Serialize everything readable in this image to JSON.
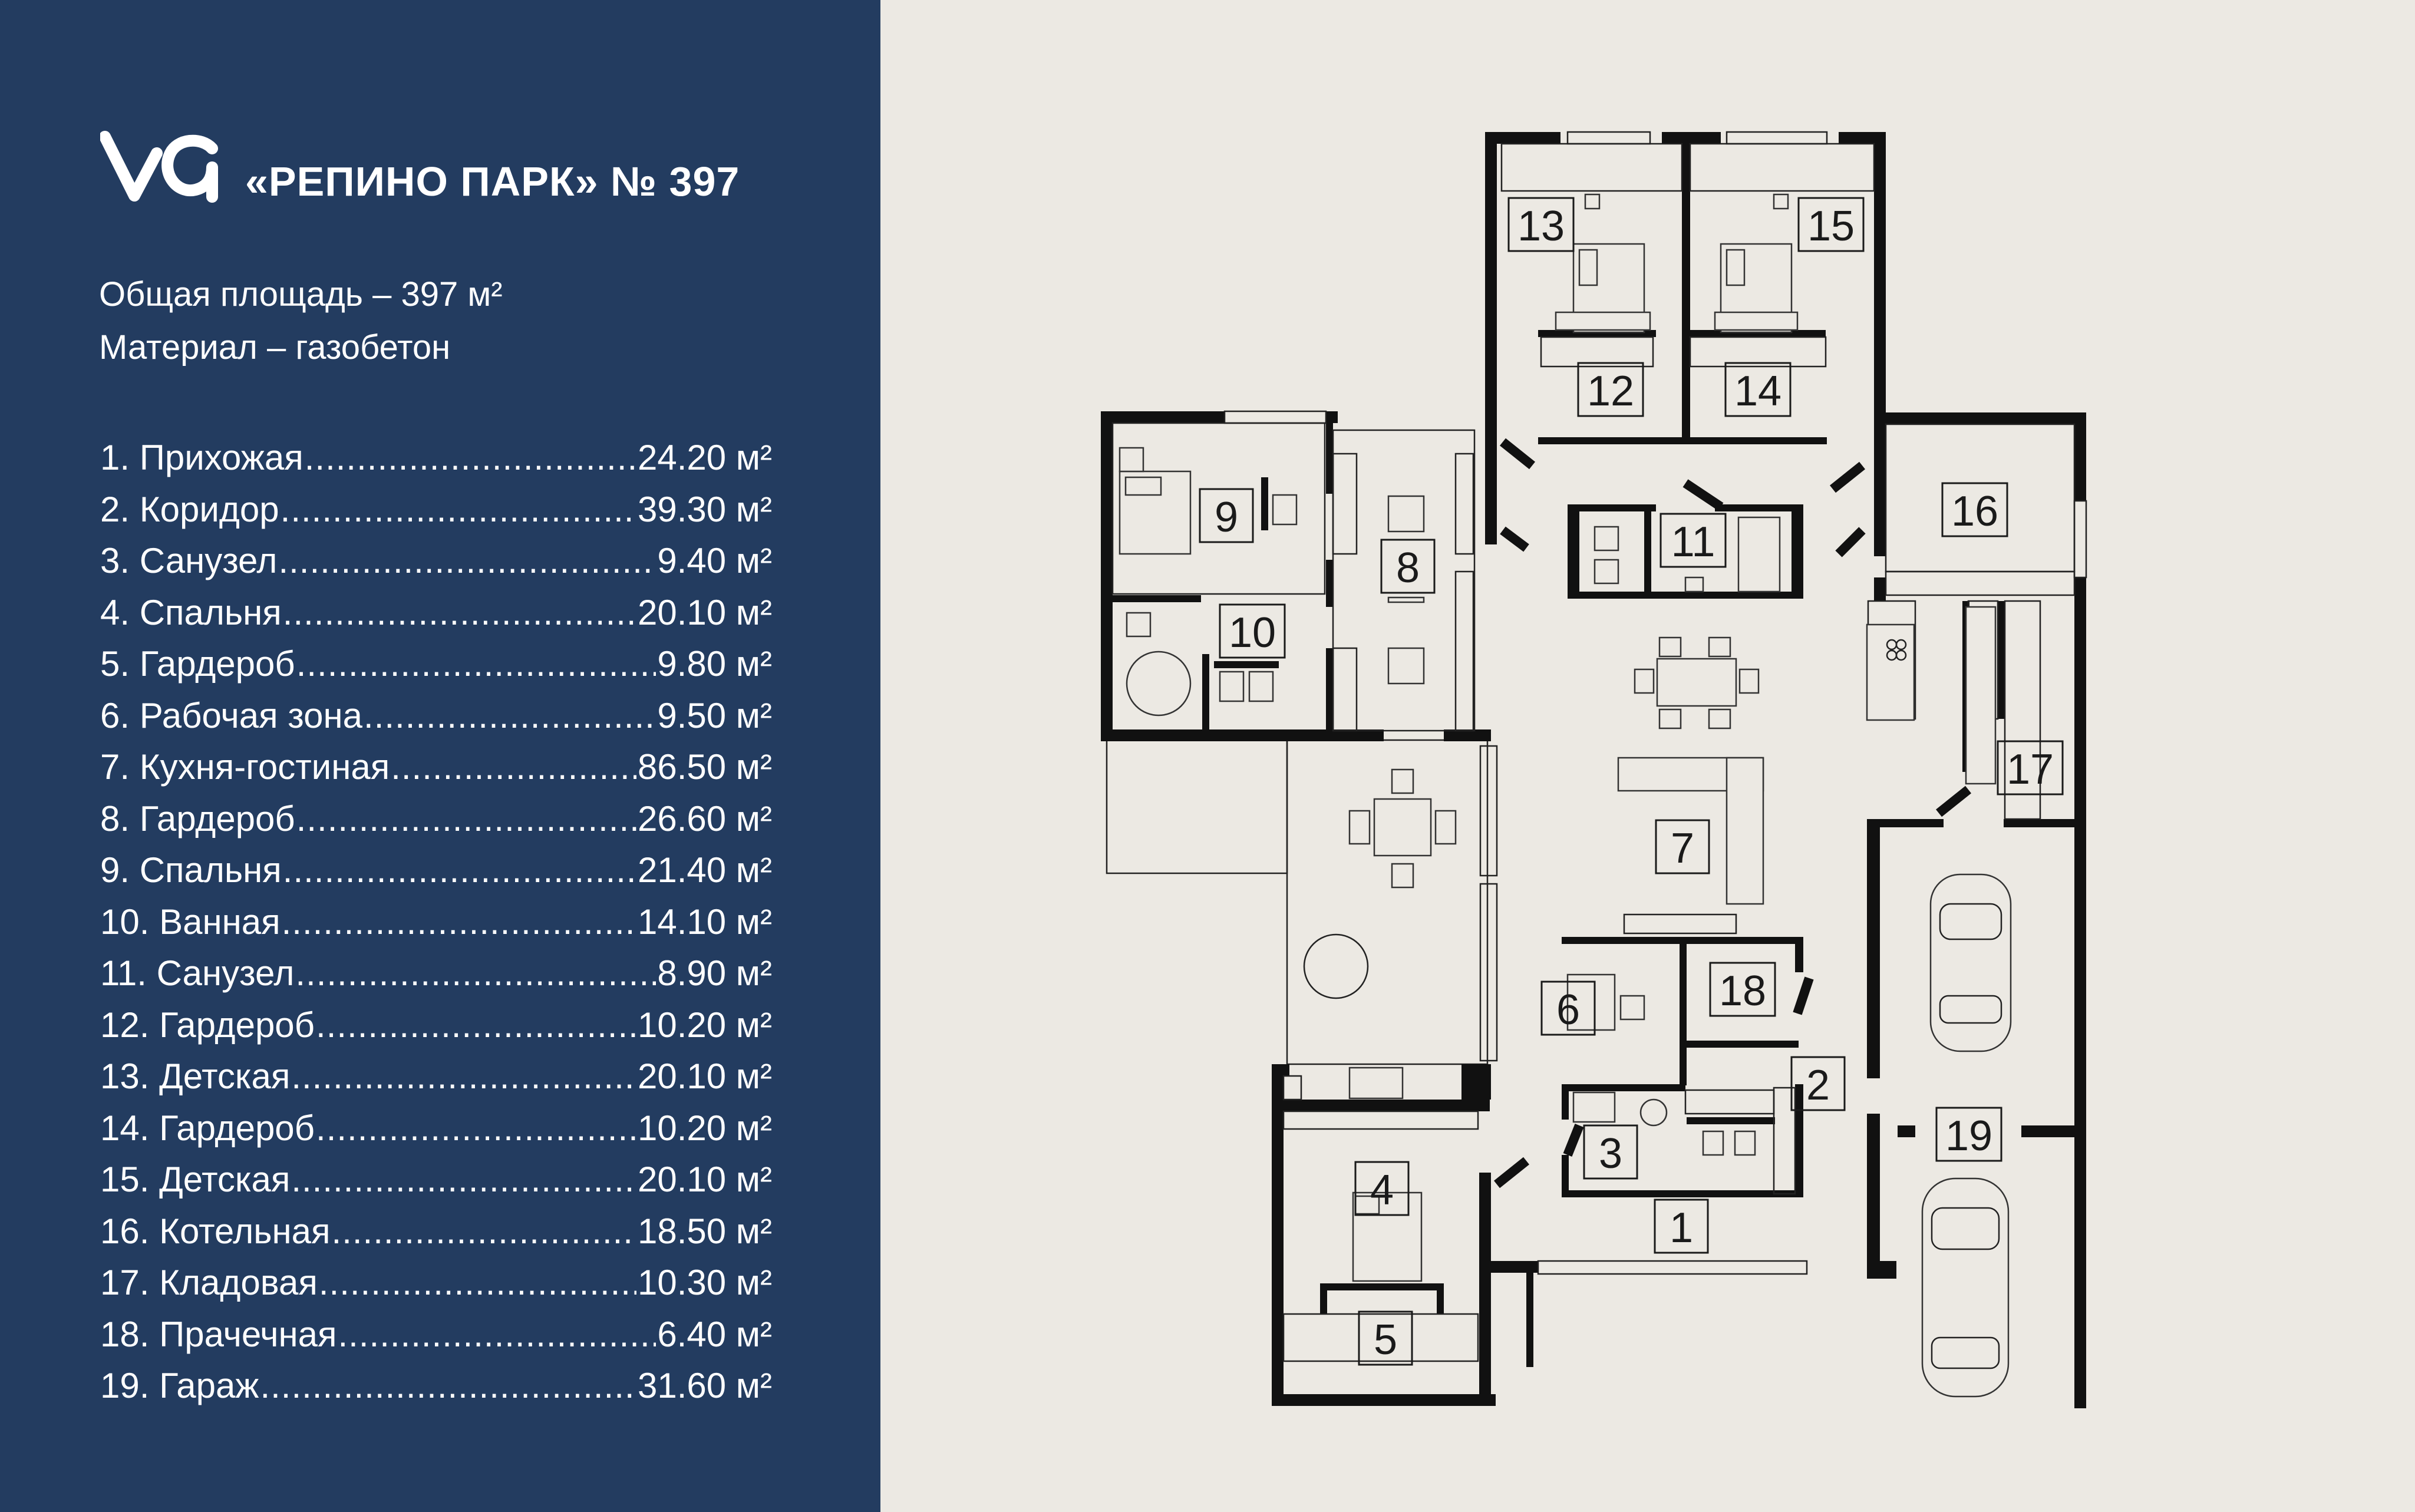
{
  "header": {
    "logo_text": "va",
    "title": "«РЕПИНО ПАРК» № 397"
  },
  "specs": {
    "area": "Общая площадь – 397 м²",
    "material": "Материал – газобетон"
  },
  "rooms": [
    {
      "name": "1. Прихожая",
      "area": "24.20 м²"
    },
    {
      "name": "2. Коридор",
      "area": "39.30 м²"
    },
    {
      "name": "3. Санузел",
      "area": "9.40 м²"
    },
    {
      "name": "4. Спальня",
      "area": "20.10 м²"
    },
    {
      "name": "5. Гардероб",
      "area": "9.80 м²"
    },
    {
      "name": "6. Рабочая зона",
      "area": "9.50 м²"
    },
    {
      "name": "7. Кухня-гостиная",
      "area": "86.50 м²"
    },
    {
      "name": "8. Гардероб",
      "area": "26.60 м²"
    },
    {
      "name": "9. Спальня",
      "area": "21.40 м²"
    },
    {
      "name": "10. Ванная",
      "area": "14.10 м²"
    },
    {
      "name": "11. Санузел",
      "area": "8.90 м²"
    },
    {
      "name": "12. Гардероб",
      "area": "10.20 м²"
    },
    {
      "name": "13. Детская",
      "area": "20.10 м²"
    },
    {
      "name": "14. Гардероб",
      "area": "10.20 м²"
    },
    {
      "name": "15. Детская",
      "area": "20.10 м²"
    },
    {
      "name": "16. Котельная",
      "area": "18.50 м²"
    },
    {
      "name": "17. Кладовая",
      "area": "10.30 м²"
    },
    {
      "name": "18. Прачечная",
      "area": "6.40 м²"
    },
    {
      "name": "19. Гараж",
      "area": "31.60 м²"
    }
  ],
  "plan_labels": [
    "1",
    "2",
    "3",
    "4",
    "5",
    "6",
    "7",
    "8",
    "9",
    "10",
    "11",
    "12",
    "13",
    "14",
    "15",
    "16",
    "17",
    "18",
    "19"
  ],
  "colors": {
    "sidebar_bg": "#233C60",
    "plan_bg": "#ECE9E3",
    "wall": "#111111"
  }
}
